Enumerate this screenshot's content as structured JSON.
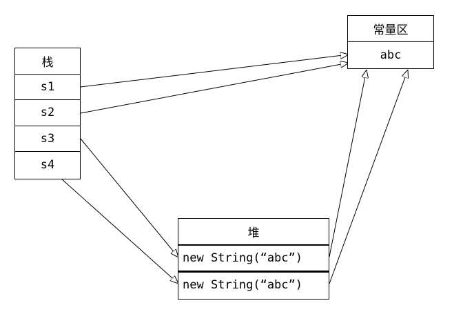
{
  "stack": {
    "header": "栈",
    "vars": [
      "s1",
      "s2",
      "s3",
      "s4"
    ]
  },
  "pool": {
    "header": "常量区",
    "literal": "abc"
  },
  "heap": {
    "header": "堆",
    "objects": [
      "new String(“abc”)",
      "new String(“abc”)"
    ]
  }
}
